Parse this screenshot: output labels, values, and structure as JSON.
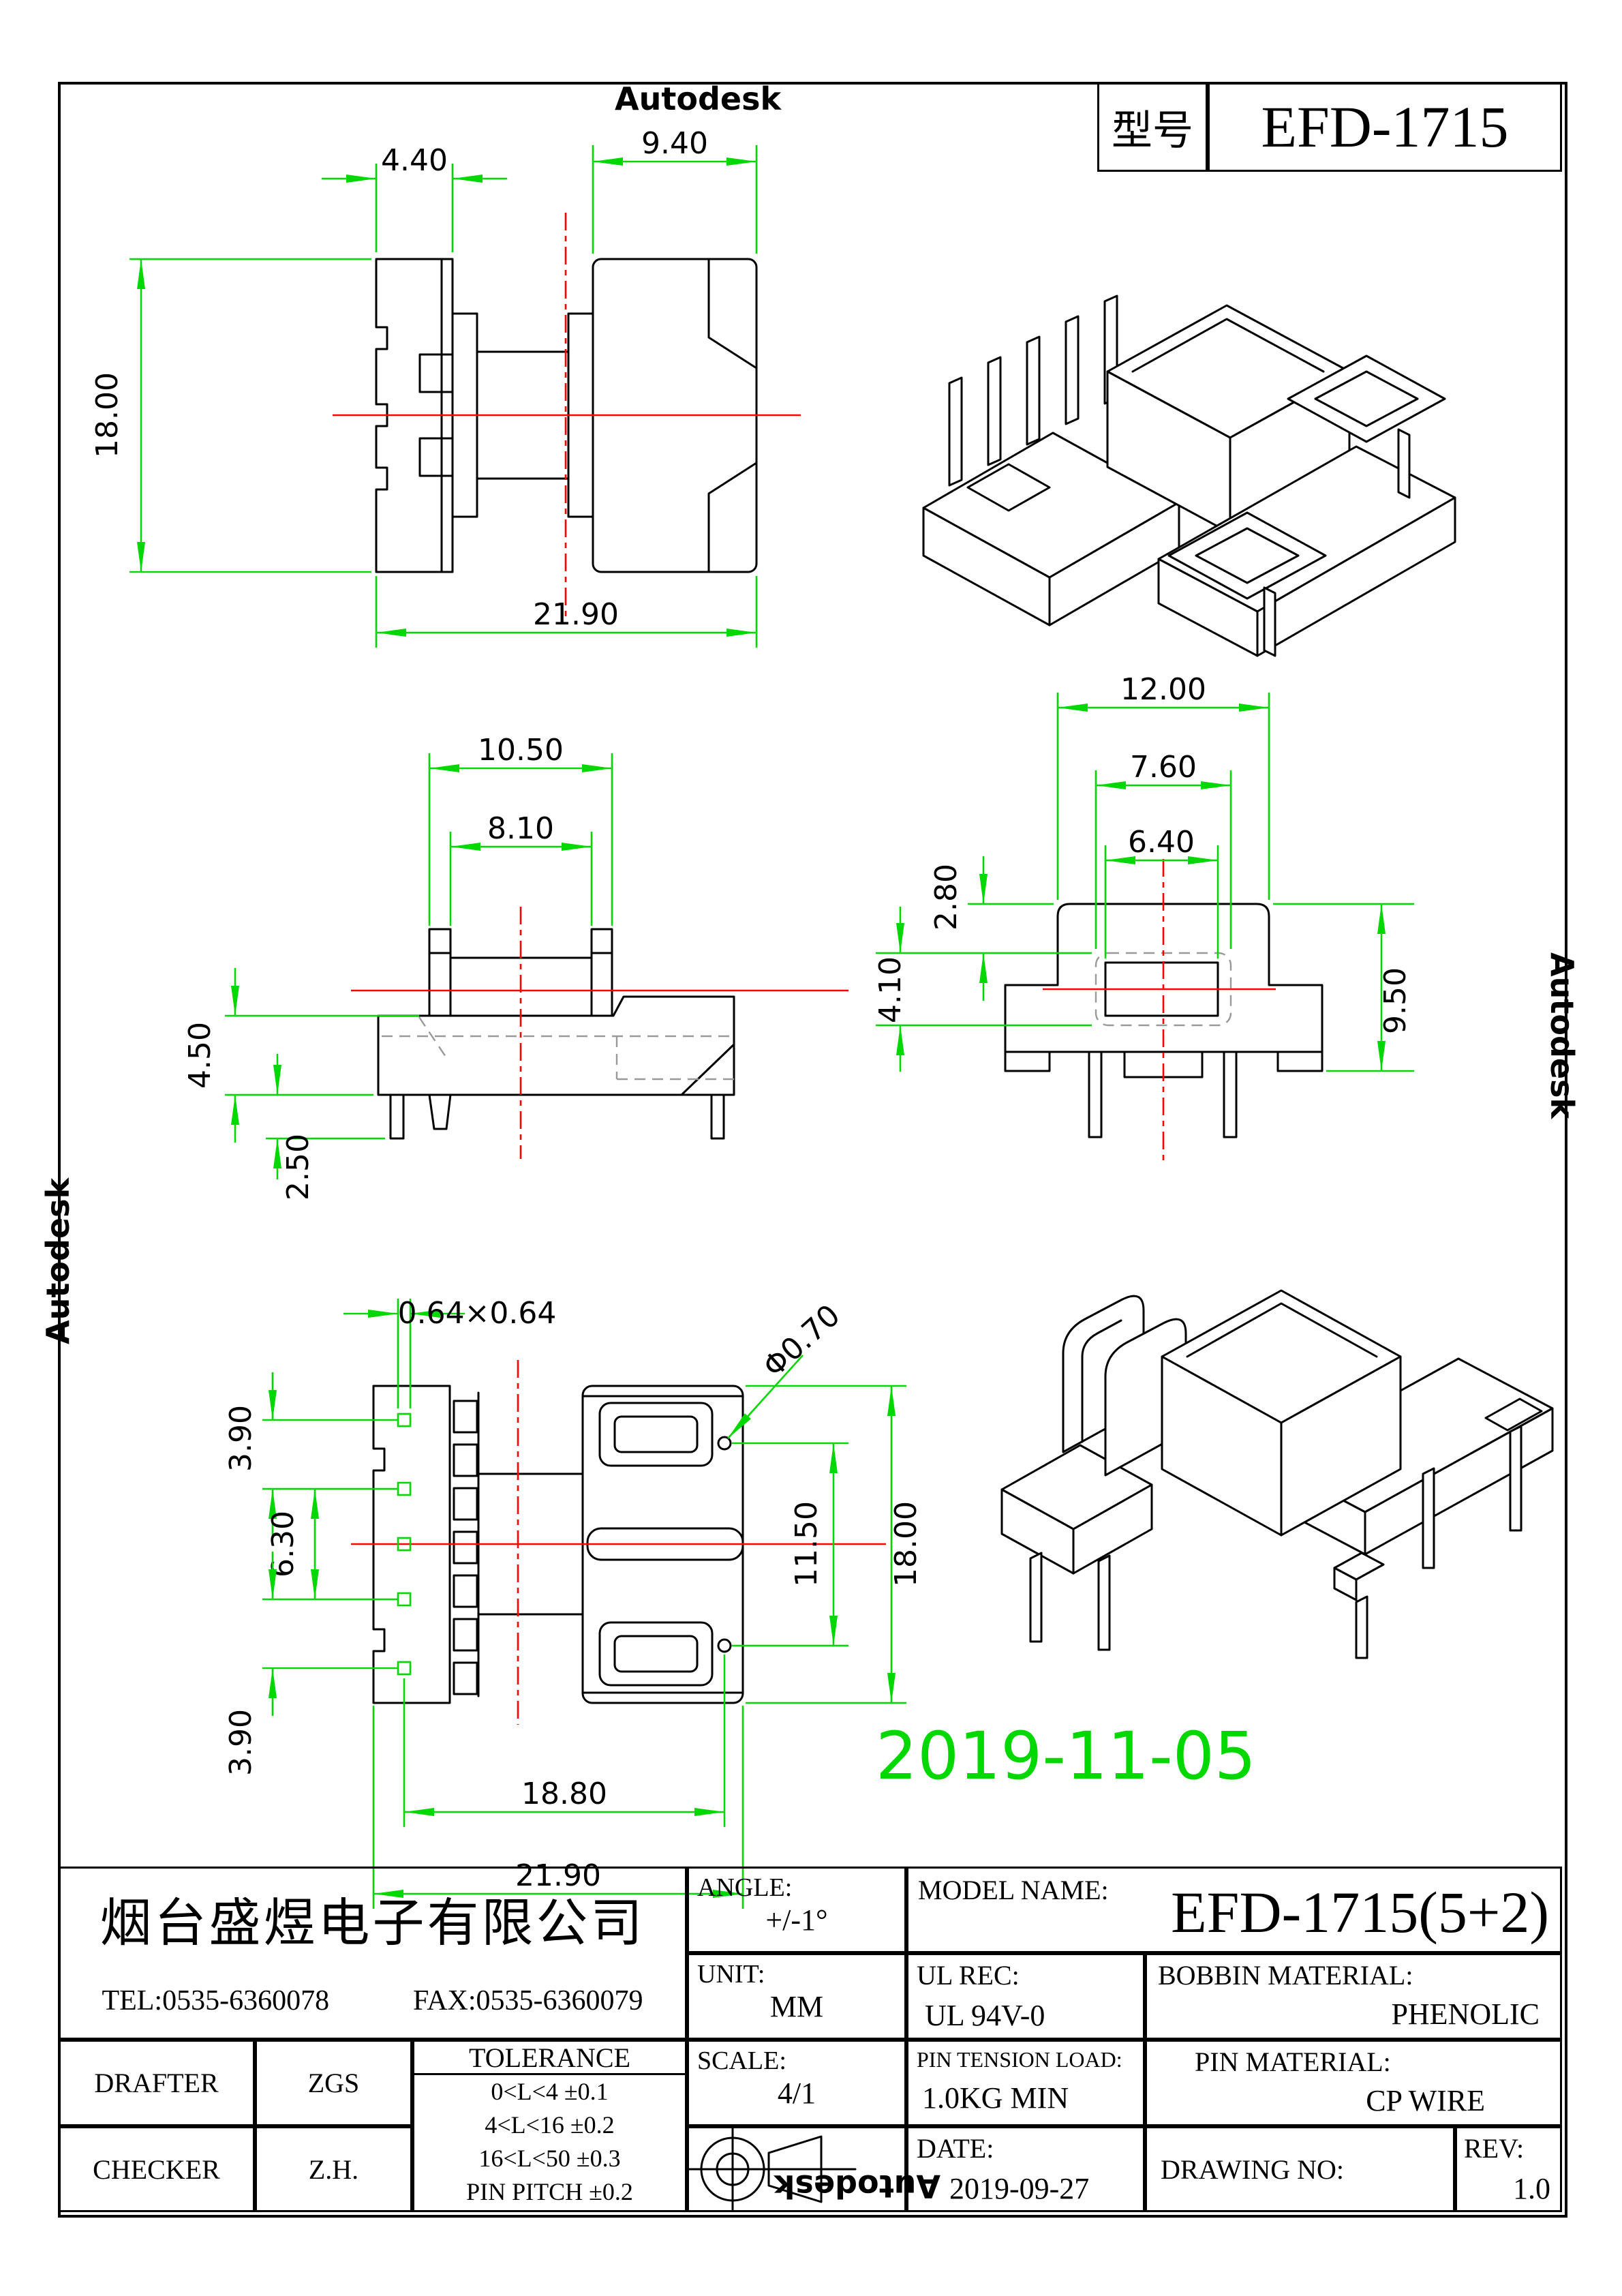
{
  "model_box": {
    "label": "型号",
    "value": "EFD-1715"
  },
  "watermarks": {
    "top": "Autodesk",
    "right": "Autodesk",
    "left": "Autodesk",
    "bottom": "Autodesk"
  },
  "stamp_date": "2019-11-05",
  "colors": {
    "dimension": "#00d800",
    "centerline": "#ff0000",
    "hidden": "#999999",
    "outline": "#000000"
  },
  "views": {
    "top": {
      "dims": {
        "d1": "4.40",
        "d2": "9.40",
        "d3": "18.00",
        "d4": "21.90"
      }
    },
    "side": {
      "dims": {
        "d1": "10.50",
        "d2": "8.10",
        "d3": "4.50",
        "d4": "2.50"
      }
    },
    "front": {
      "dims": {
        "d1": "12.00",
        "d2": "7.60",
        "d3": "6.40",
        "d4": "2.80",
        "d5": "4.10",
        "d6": "9.50"
      }
    },
    "bottom": {
      "dims": {
        "d1": "0.64×0.64",
        "d2": "Φ0.70",
        "d3": "3.90",
        "d4": "6.30",
        "d5": "3.90",
        "d6": "18.80",
        "d7": "21.90",
        "d8": "11.50",
        "d9": "18.00"
      }
    }
  },
  "title_block": {
    "company": "烟台盛煜电子有限公司",
    "tel": "TEL:0535-6360078",
    "fax": "FAX:0535-6360079",
    "drafter_label": "DRAFTER",
    "drafter": "ZGS",
    "checker_label": "CHECKER",
    "checker": "Z.H.",
    "tolerance_label": "TOLERANCE",
    "tolerances": [
      "0<L<4 ±0.1",
      "4<L<16 ±0.2",
      "16<L<50 ±0.3",
      "PIN PITCH ±0.2"
    ],
    "angle_label": "ANGLE:",
    "angle": "+/-1°",
    "unit_label": "UNIT:",
    "unit": "MM",
    "scale_label": "SCALE:",
    "scale": "4/1",
    "model_label": "MODEL NAME:",
    "model": "EFD-1715(5+2)",
    "ul_label": "UL REC:",
    "ul": "UL 94V-0",
    "pin_tension_label": "PIN TENSION LOAD:",
    "pin_tension": "1.0KG MIN",
    "date_label": "DATE:",
    "date": "2019-09-27",
    "bobbin_material_label": "BOBBIN MATERIAL:",
    "bobbin_material": "PHENOLIC",
    "pin_material_label": "PIN MATERIAL:",
    "pin_material": "CP WIRE",
    "drawing_no_label": "DRAWING NO:",
    "rev_label": "REV:",
    "rev": "1.0"
  }
}
